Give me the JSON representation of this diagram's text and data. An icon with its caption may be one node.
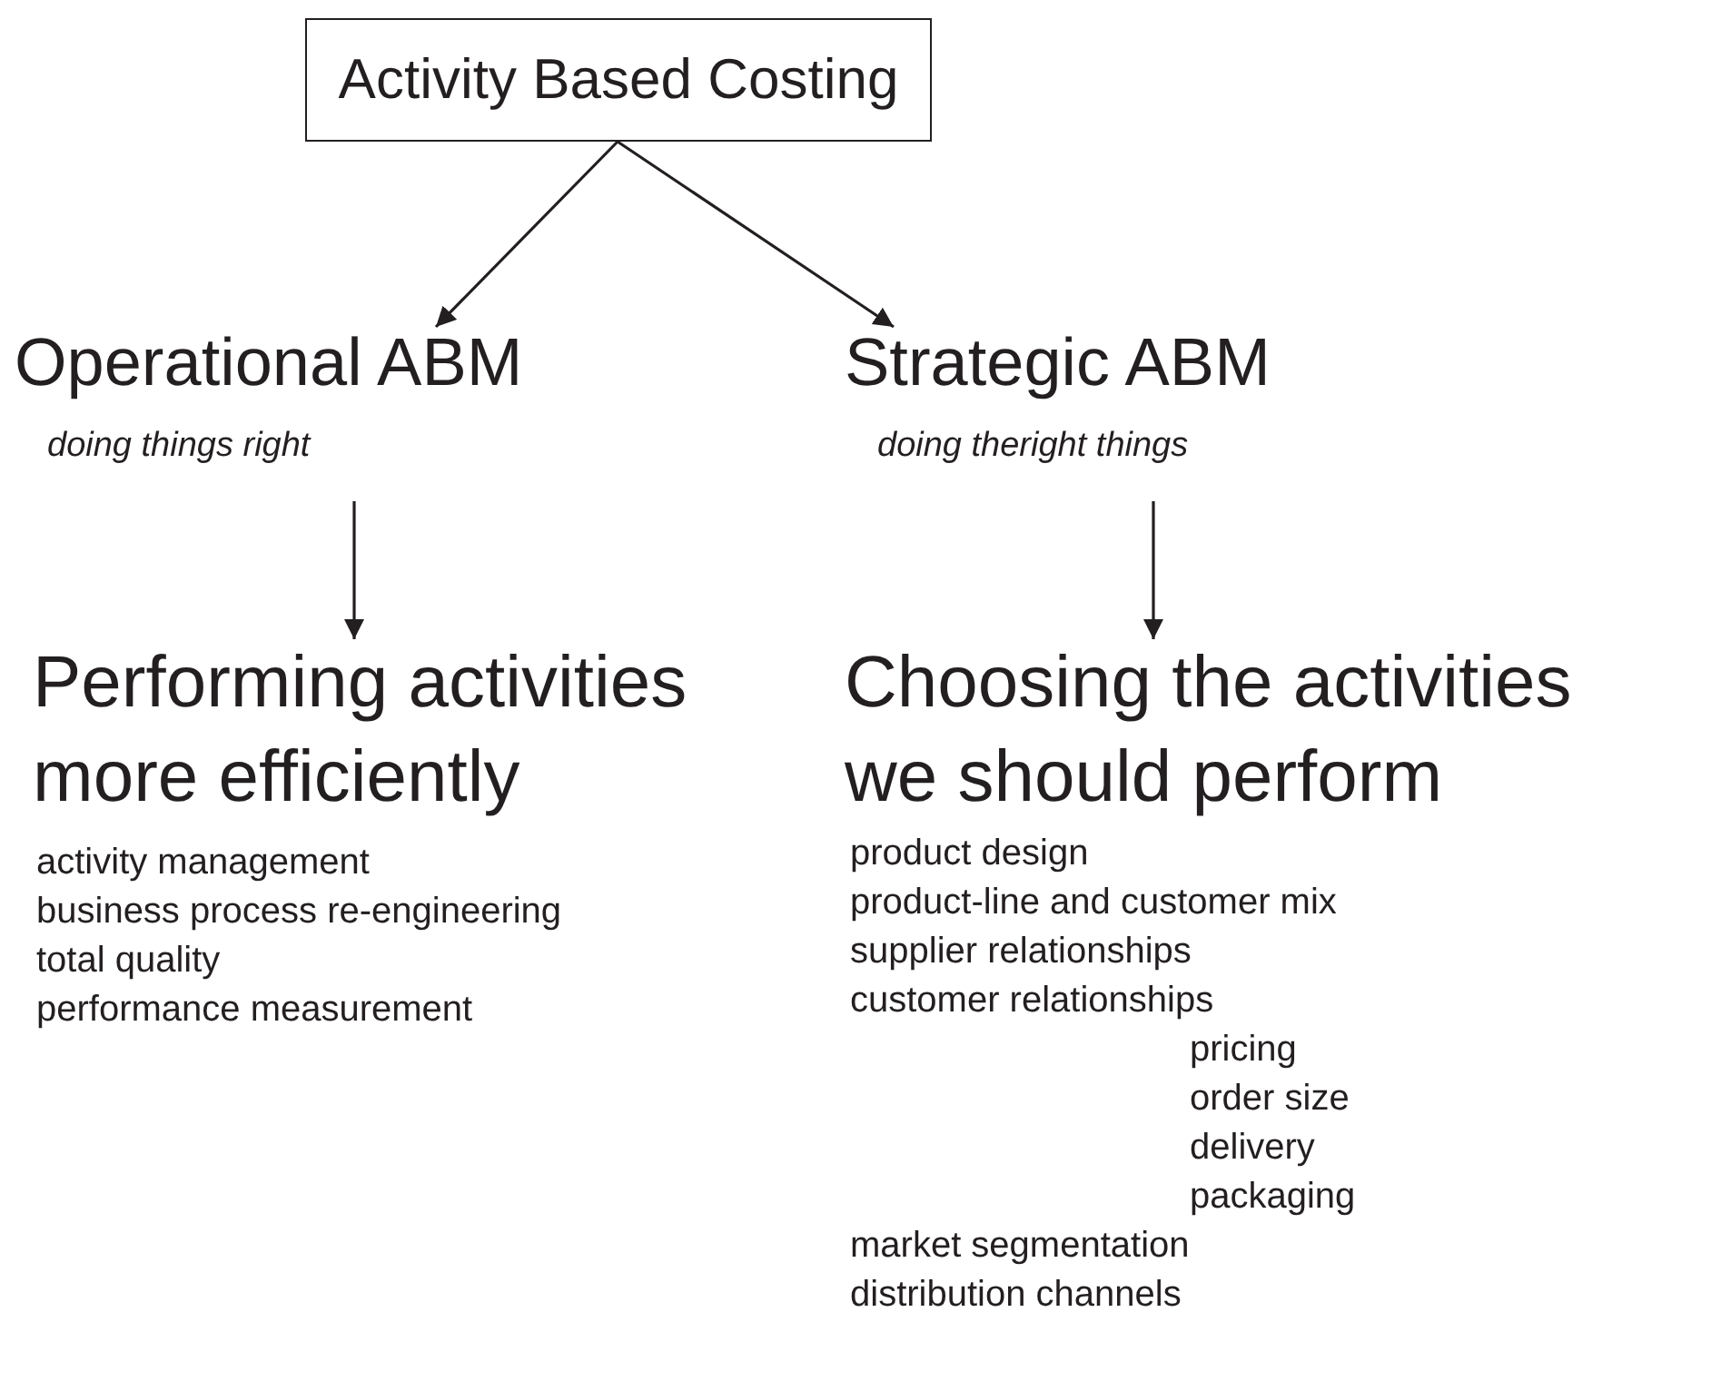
{
  "diagram": {
    "nodes": [
      {
        "text": [
          "Activity Based Costing"
        ]
      },
      {
        "text": [
          "Operational ABM",
          "doing things right"
        ]
      },
      {
        "text": [
          "Strategic ABM",
          "doing theright things"
        ]
      },
      {
        "text": [
          "Performing activities more efficiently"
        ]
      },
      {
        "text": [
          "Choosing the activities we should perform"
        ]
      }
    ],
    "edges": [
      {
        "from": 0,
        "to": 1,
        "arrow": "to"
      },
      {
        "from": 0,
        "to": 2,
        "arrow": "to"
      },
      {
        "from": 1,
        "to": 3,
        "arrow": "to"
      },
      {
        "from": 2,
        "to": 4,
        "arrow": "to"
      }
    ],
    "labels": [
      "activity management",
      "business process re-engineering",
      "total quality",
      "performance measurement",
      "product design",
      "product-line and customer mix",
      "supplier relationships",
      "customer relationships",
      "pricing",
      "order size",
      "delivery",
      "packaging",
      "market segmentation",
      "distribution channels"
    ]
  }
}
